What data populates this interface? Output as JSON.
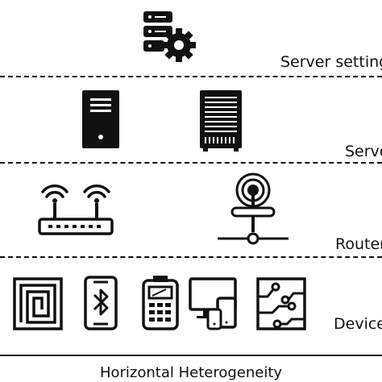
{
  "layers": [
    {
      "label": "Server setting"
    },
    {
      "label": "Server"
    },
    {
      "label": "Router"
    },
    {
      "label": "Devices"
    }
  ],
  "caption": "Horizontal Heterogeneity",
  "icons": {
    "server_setting": [
      "server-gear-icon"
    ],
    "server": [
      "server-tower-icon",
      "server-rack-icon"
    ],
    "router": [
      "wifi-router-icon",
      "network-antenna-icon"
    ],
    "devices": [
      "nfc-tag-icon",
      "bluetooth-phone-icon",
      "pos-terminal-icon",
      "multi-device-icon",
      "circuit-board-icon"
    ]
  }
}
